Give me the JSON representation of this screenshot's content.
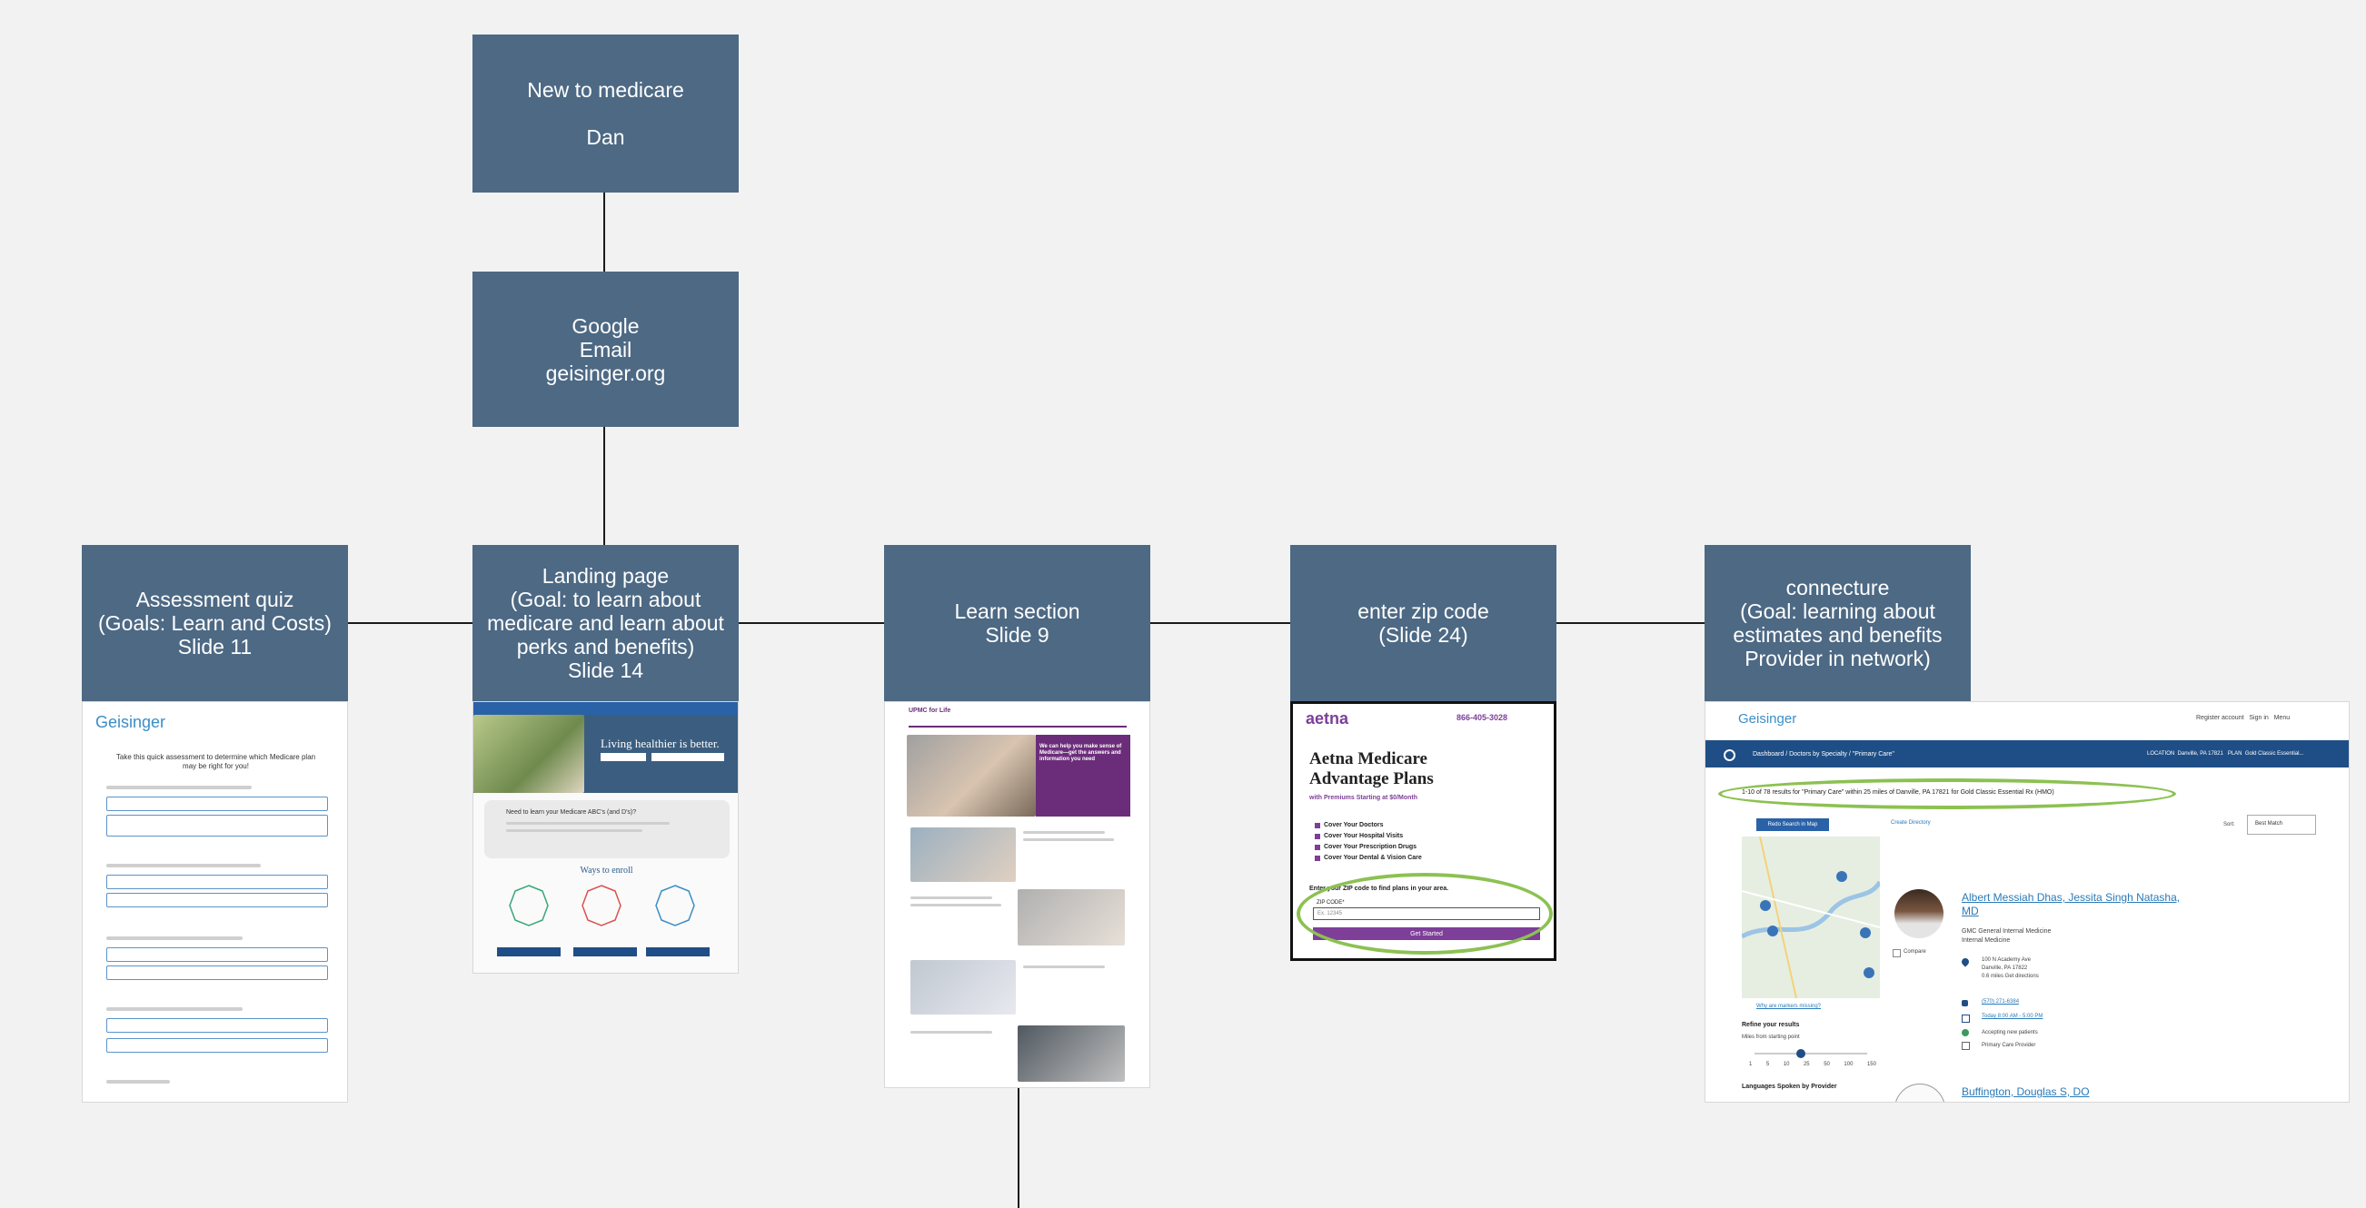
{
  "nodes": {
    "root": "New to medicare\n\nDan",
    "channels": "Google\nEmail\ngeisinger.org",
    "assessment": "Assessment quiz\n(Goals: Learn and Costs)\nSlide 11",
    "landing": "Landing page\n(Goal: to learn about\nmedicare and learn about\nperks and benefits)\nSlide 14",
    "learn": "Learn section\nSlide 9",
    "zip": "enter zip code\n(Slide 24)",
    "connecture": "connecture\n(Goal: learning about\nestimates and benefits\nProvider in network)"
  },
  "quiz_shot": {
    "brand": "Geisinger",
    "intro": "Take this quick assessment to determine which Medicare plan may be right for you!"
  },
  "landing_shot": {
    "hero_text": "Living healthier is better.",
    "enroll_heading": "Ways to enroll",
    "intro_heading": "Need to learn your Medicare ABC's (and D's)?"
  },
  "learn_shot": {
    "brand": "UPMC for Life",
    "promo_text": "We can help you make sense of Medicare—get the answers and information you need"
  },
  "aetna_shot": {
    "brand": "aetna",
    "phone": "866-405-3028",
    "title": "Aetna Medicare Advantage Plans",
    "subtitle": "with Premiums Starting at $0/Month",
    "checklist": [
      "Cover Your Doctors",
      "Cover Your Hospital Visits",
      "Cover Your Prescription Drugs",
      "Cover Your Dental & Vision Care"
    ],
    "zip_prompt": "Enter your ZIP code to find plans in your area.",
    "zip_label": "ZIP CODE*",
    "zip_placeholder": "Ex. 12345",
    "cta": "Get Started"
  },
  "connecture_shot": {
    "brand": "Geisinger",
    "nav": "Register account   Sign in   Menu",
    "breadcrumb": "Dashboard / Doctors by Specialty / \"Primary Care\"",
    "location": "LOCATION  Danville, PA 17821   PLAN  Gold Classic Essential...",
    "results": "1-10 of 78 results for \"Primary Care\" within 25 miles of Danville, PA 17821 for Gold Classic Essential Rx (HMO)",
    "redo": "Redo Search in Map",
    "create_dir": "Create Directory",
    "sort_label": "Sort:",
    "sort_value": "Best Match",
    "provider1": "Albert Messiah Dhas, Jessita Singh Natasha, MD",
    "provider1_detail": "GMC General Internal Medicine\nInternal Medicine",
    "provider1_addr": "100 N Academy Ave\nDanville, PA 17822\n0.6 miles Get directions",
    "provider1_phone": "(570) 271-6384",
    "provider1_hours": "Today 8:00 AM - 5:00 PM",
    "accepting": "Accepting new patients",
    "pcp": "Primary Care Provider",
    "compare": "Compare",
    "markers": "Why are markers missing?",
    "refine": "Refine your results",
    "miles": "Miles from starting point",
    "slider_ticks": [
      "1",
      "5",
      "10",
      "25",
      "50",
      "100",
      "150"
    ],
    "languages": "Languages Spoken by Provider",
    "provider2": "Buffington, Douglas S, DO"
  }
}
